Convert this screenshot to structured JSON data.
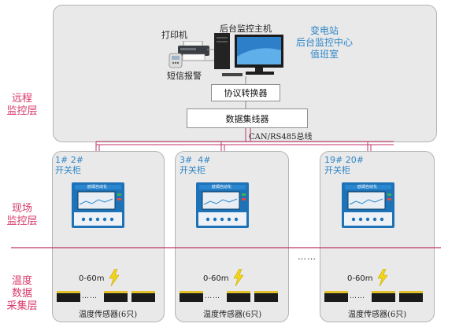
{
  "layers": {
    "remote": "远程\n监控层",
    "field": "现场\n监控层",
    "sensor": "温度\n数据\n采集层"
  },
  "top": {
    "station_title": "变电站\n后台监控中心\n值班室",
    "printer": "打印机",
    "host": "后台监控主机",
    "sms": "短信报警",
    "protocol_converter": "协议转换器",
    "data_concentrator": "数据集线器",
    "bus_label": "CAN/RS485总线"
  },
  "cabinets": [
    {
      "title": "1# 2#\n开关柜",
      "distance": "0-60m",
      "sensor_label": "温度传感器(6只)"
    },
    {
      "title": "3#  4#\n开关柜",
      "distance": "0-60m",
      "sensor_label": "温度传感器(6只)"
    },
    {
      "title": "19# 20#\n开关柜",
      "distance": "0-60m",
      "sensor_label": "温度传感器(6只)"
    }
  ],
  "device_screen_brand": "欧姆自动化",
  "ellipsis": "……",
  "between_dots": "……",
  "colors": {
    "layer_text": "#d83a6b",
    "title_blue": "#2e86c8",
    "divider": "#c0336a",
    "panel_bg": "#e9e9e9"
  }
}
